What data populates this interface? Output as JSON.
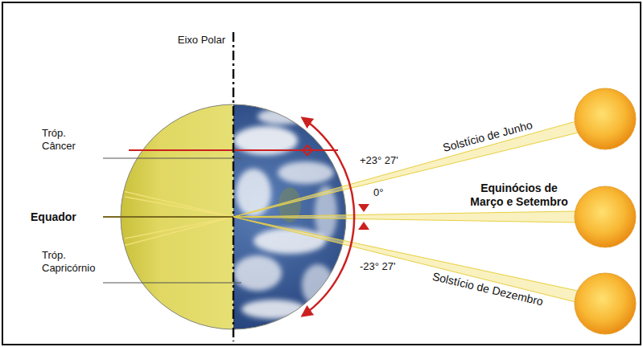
{
  "diagram": {
    "labels": [
      "Eixo Polar",
      "Solstício de Junho",
      "Tróp. Câncer",
      "+23° 27'",
      "0°",
      "Equador",
      "Equinócios de Março e Setembro",
      "Tróp. Capricórnio",
      "-23° 27'",
      "Solstício de Dezembro"
    ]
  }
}
